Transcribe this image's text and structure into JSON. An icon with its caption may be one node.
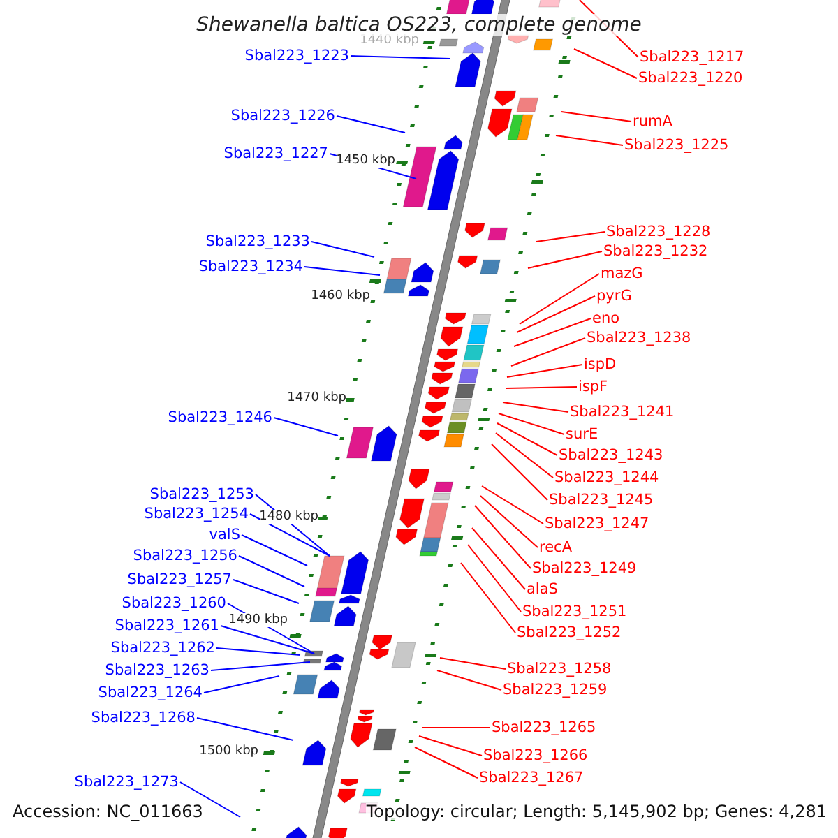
{
  "diagram": {
    "title": "Shewanella baltica OS223, complete genome",
    "nodes": [
      {
        "text": [
          "Sbal223_1223"
        ]
      },
      {
        "text": [
          "Sbal223_1226"
        ]
      },
      {
        "text": [
          "Sbal223_1227"
        ]
      },
      {
        "text": [
          "Sbal223_1233"
        ]
      },
      {
        "text": [
          "Sbal223_1234"
        ]
      },
      {
        "text": [
          "Sbal223_1246"
        ]
      },
      {
        "text": [
          "Sbal223_1253"
        ]
      },
      {
        "text": [
          "Sbal223_1254"
        ]
      },
      {
        "text": [
          "valS"
        ]
      },
      {
        "text": [
          "Sbal223_1256"
        ]
      },
      {
        "text": [
          "Sbal223_1257"
        ]
      },
      {
        "text": [
          "Sbal223_1260"
        ]
      },
      {
        "text": [
          "Sbal223_1261"
        ]
      },
      {
        "text": [
          "Sbal223_1262"
        ]
      },
      {
        "text": [
          "Sbal223_1263"
        ]
      },
      {
        "text": [
          "Sbal223_1264"
        ]
      },
      {
        "text": [
          "Sbal223_1268"
        ]
      },
      {
        "text": [
          "Sbal223_1273"
        ]
      },
      {
        "text": [
          "Sbal223_1217"
        ]
      },
      {
        "text": [
          "Sbal223_1220"
        ]
      },
      {
        "text": [
          "rumA"
        ]
      },
      {
        "text": [
          "Sbal223_1225"
        ]
      },
      {
        "text": [
          "Sbal223_1228"
        ]
      },
      {
        "text": [
          "Sbal223_1232"
        ]
      },
      {
        "text": [
          "mazG"
        ]
      },
      {
        "text": [
          "pyrG"
        ]
      },
      {
        "text": [
          "eno"
        ]
      },
      {
        "text": [
          "Sbal223_1238"
        ]
      },
      {
        "text": [
          "ispD"
        ]
      },
      {
        "text": [
          "ispF"
        ]
      },
      {
        "text": [
          "Sbal223_1241"
        ]
      },
      {
        "text": [
          "surE"
        ]
      },
      {
        "text": [
          "Sbal223_1243"
        ]
      },
      {
        "text": [
          "Sbal223_1244"
        ]
      },
      {
        "text": [
          "Sbal223_1245"
        ]
      },
      {
        "text": [
          "Sbal223_1247"
        ]
      },
      {
        "text": [
          "recA"
        ]
      },
      {
        "text": [
          "Sbal223_1249"
        ]
      },
      {
        "text": [
          "alaS"
        ]
      },
      {
        "text": [
          "Sbal223_1251"
        ]
      },
      {
        "text": [
          "Sbal223_1252"
        ]
      },
      {
        "text": [
          "Sbal223_1258"
        ]
      },
      {
        "text": [
          "Sbal223_1259"
        ]
      },
      {
        "text": [
          "Sbal223_1265"
        ]
      },
      {
        "text": [
          "Sbal223_1266"
        ]
      },
      {
        "text": [
          "Sbal223_1267"
        ]
      }
    ],
    "edges": [
      {
        "from": 0,
        "to": null,
        "arrow": "none",
        "color": "#0000ff"
      },
      {
        "from": 1,
        "to": null,
        "arrow": "none",
        "color": "#0000ff"
      },
      {
        "from": 2,
        "to": null,
        "arrow": "none",
        "color": "#0000ff"
      },
      {
        "from": 3,
        "to": null,
        "arrow": "none",
        "color": "#0000ff"
      },
      {
        "from": 4,
        "to": null,
        "arrow": "none",
        "color": "#0000ff"
      },
      {
        "from": 5,
        "to": null,
        "arrow": "none",
        "color": "#0000ff"
      },
      {
        "from": 6,
        "to": null,
        "arrow": "none",
        "color": "#0000ff"
      },
      {
        "from": 7,
        "to": null,
        "arrow": "none",
        "color": "#0000ff"
      },
      {
        "from": 8,
        "to": null,
        "arrow": "none",
        "color": "#0000ff"
      },
      {
        "from": 9,
        "to": null,
        "arrow": "none",
        "color": "#0000ff"
      },
      {
        "from": 10,
        "to": null,
        "arrow": "none",
        "color": "#0000ff"
      },
      {
        "from": 11,
        "to": null,
        "arrow": "none",
        "color": "#0000ff"
      },
      {
        "from": 12,
        "to": null,
        "arrow": "none",
        "color": "#0000ff"
      },
      {
        "from": 13,
        "to": null,
        "arrow": "none",
        "color": "#0000ff"
      },
      {
        "from": 14,
        "to": null,
        "arrow": "none",
        "color": "#0000ff"
      },
      {
        "from": 15,
        "to": null,
        "arrow": "none",
        "color": "#0000ff"
      },
      {
        "from": 16,
        "to": null,
        "arrow": "none",
        "color": "#0000ff"
      },
      {
        "from": 17,
        "to": null,
        "arrow": "none",
        "color": "#0000ff"
      },
      {
        "from": 18,
        "to": null,
        "arrow": "none"
      },
      {
        "from": 19,
        "to": null,
        "arrow": "none"
      },
      {
        "from": 20,
        "to": null,
        "arrow": "none"
      },
      {
        "from": 21,
        "to": null,
        "arrow": "none"
      },
      {
        "from": 22,
        "to": null,
        "arrow": "none"
      },
      {
        "from": 23,
        "to": null,
        "arrow": "none"
      },
      {
        "from": 24,
        "to": null,
        "arrow": "none"
      },
      {
        "from": 25,
        "to": null,
        "arrow": "none"
      },
      {
        "from": 26,
        "to": null,
        "arrow": "none"
      },
      {
        "from": 27,
        "to": null,
        "arrow": "none"
      },
      {
        "from": 28,
        "to": null,
        "arrow": "none"
      },
      {
        "from": 29,
        "to": null,
        "arrow": "none"
      },
      {
        "from": 30,
        "to": null,
        "arrow": "none"
      },
      {
        "from": 31,
        "to": null,
        "arrow": "none"
      },
      {
        "from": 32,
        "to": null,
        "arrow": "none"
      },
      {
        "from": 33,
        "to": null,
        "arrow": "none"
      },
      {
        "from": 34,
        "to": null,
        "arrow": "none"
      },
      {
        "from": 35,
        "to": null,
        "arrow": "none"
      },
      {
        "from": 36,
        "to": null,
        "arrow": "none"
      },
      {
        "from": 37,
        "to": null,
        "arrow": "none"
      },
      {
        "from": 38,
        "to": null,
        "arrow": "none"
      },
      {
        "from": 39,
        "to": null,
        "arrow": "none"
      },
      {
        "from": 40,
        "to": null,
        "arrow": "none"
      },
      {
        "from": 41,
        "to": null,
        "arrow": "none"
      },
      {
        "from": 42,
        "to": null,
        "arrow": "none"
      },
      {
        "from": 43,
        "to": null,
        "arrow": "none"
      },
      {
        "from": 44,
        "to": null,
        "arrow": "none"
      },
      {
        "from": 45,
        "to": null,
        "arrow": "none"
      }
    ],
    "labels": [
      "1440 kbp",
      "1450 kbp",
      "1460 kbp",
      "1470 kbp",
      "1480 kbp",
      "1490 kbp",
      "1500 kbp",
      "Accession: NC_011663",
      "Topology: circular; Length: 5,145,902 bp; Genes: 4,281"
    ]
  }
}
